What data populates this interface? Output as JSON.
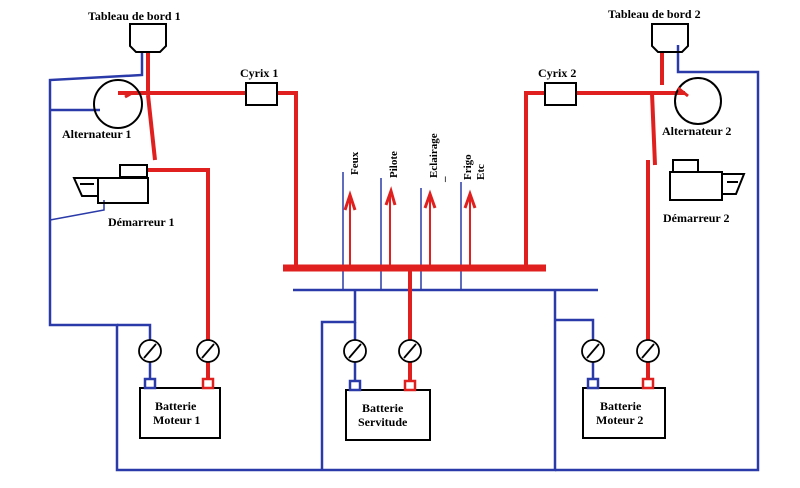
{
  "labels": {
    "dash1": "Tableau de bord  1",
    "dash2": "Tableau de bord  2",
    "alt1": "Alternateur 1",
    "alt2": "Alternateur 2",
    "start1": "Démarreur 1",
    "start2": "Démarreur 2",
    "cyrix1": "Cyrix 1",
    "cyrix2": "Cyrix 2",
    "feux": "Feux",
    "pilote": "Pilote",
    "eclairage": "Eclairage",
    "eclairage_dash": "_",
    "frigo": "Frigo",
    "etc": "Etc",
    "bat1_l1": "Batterie",
    "bat1_l2": "Moteur  1",
    "batS_l1": "Batterie",
    "batS_l2": "Servitude",
    "bat2_l1": "Batterie",
    "bat2_l2": "Moteur 2"
  },
  "colors": {
    "positive": "#e0201e",
    "negative": "#2a3aa8",
    "outline": "#000000"
  }
}
